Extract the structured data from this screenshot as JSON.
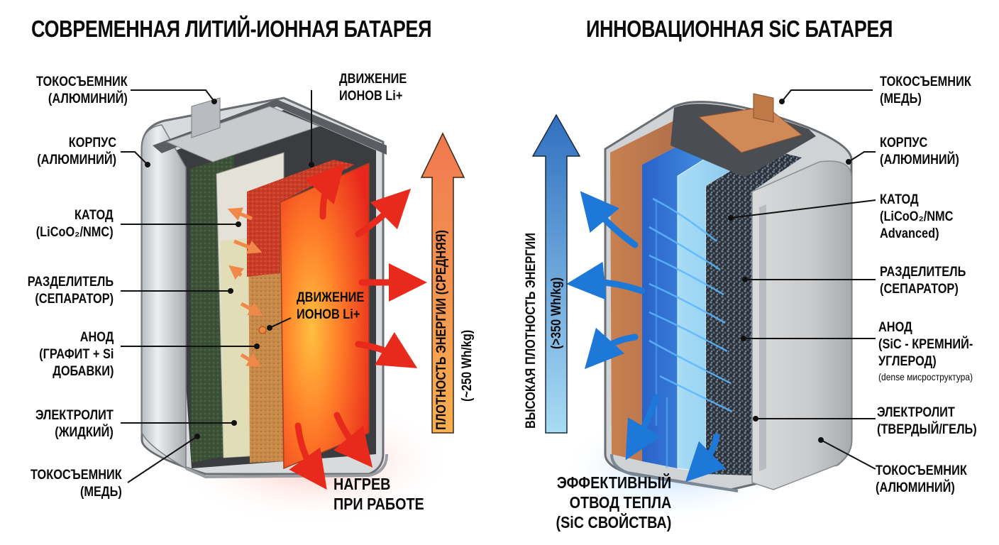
{
  "left": {
    "title": "СОВРЕМЕННАЯ ЛИТИЙ-ИОННАЯ БАТАРЕЯ",
    "labels": {
      "collector_top": [
        "ТОКОСЪЕМНИК",
        "(АЛЮМИНИЙ)"
      ],
      "case": [
        "КОРПУС",
        "(АЛЮМИНИЙ)"
      ],
      "cathode": [
        "КАТОД",
        "(LiCoO₂/NMC)"
      ],
      "separator": [
        "РАЗДЕЛИТЕЛЬ",
        "(СЕПАРАТОР)"
      ],
      "anode": [
        "АНОД",
        "(ГРАФИТ + Si",
        "ДОБАВКИ)"
      ],
      "electrolyte": [
        "ЭЛЕКТРОЛИТ",
        "(ЖИДКИЙ)"
      ],
      "collector_bottom": [
        "ТОКОСЪЕМНИК",
        "(МЕДЬ)"
      ]
    },
    "ion_movement_top": [
      "ДВИЖЕНИЕ",
      "ИОНОВ Li+"
    ],
    "ion_movement_mid": [
      "ДВИЖЕНИЕ",
      "ИОНОВ Li+"
    ],
    "heat": [
      "НАГРЕВ",
      "ПРИ РАБОТЕ"
    ],
    "energy_arrow": {
      "line1": "ПЛОТНОСТЬ ЭНЕРГИИ (СРЕДНЯЯ)",
      "line2": "(~250 Wh/kg)",
      "color_top": "#f07850",
      "color_bottom": "#f8b050"
    },
    "heat_color": "#e83020"
  },
  "right": {
    "title": "ИННОВАЦИОННАЯ SiC БАТАРЕЯ",
    "labels": {
      "collector_top": [
        "ТОКОСЪЕМНИК",
        "(МЕДЬ)"
      ],
      "case": [
        "КОРПУС",
        "(АЛЮМИНИЙ)"
      ],
      "cathode": [
        "КАТОД",
        "(LiCoO₂/NMC",
        "Advanced)"
      ],
      "separator": [
        "РАЗДЕЛИТЕЛЬ",
        "(СЕПАРАТОР)"
      ],
      "anode": [
        "АНОД",
        "(SiC - КРЕМНИЙ-",
        "УГЛЕРОД)"
      ],
      "anode_note": "(dense мисроструктура)",
      "electrolyte": [
        "ЭЛЕКТРОЛИТ",
        "(ТВЕРДЫЙ/ГЕЛЬ)"
      ],
      "collector_bottom": [
        "ТОКОСЪЕМНИК",
        "(АЛЮМИНИЙ)"
      ]
    },
    "heat": [
      "ЭФФЕКТИВНЫЙ",
      "ОТВОД ТЕПЛА",
      "(SiC СВОЙСТВА)"
    ],
    "energy_arrow": {
      "line1": "ВЫСОКАЯ ПЛОТНОСТЬ ЭНЕРГИИ",
      "line2": "(>350 Wh/kg)",
      "color_top": "#3070c0",
      "color_bottom": "#a0d8f0"
    },
    "cool_color": "#1e78d8"
  }
}
